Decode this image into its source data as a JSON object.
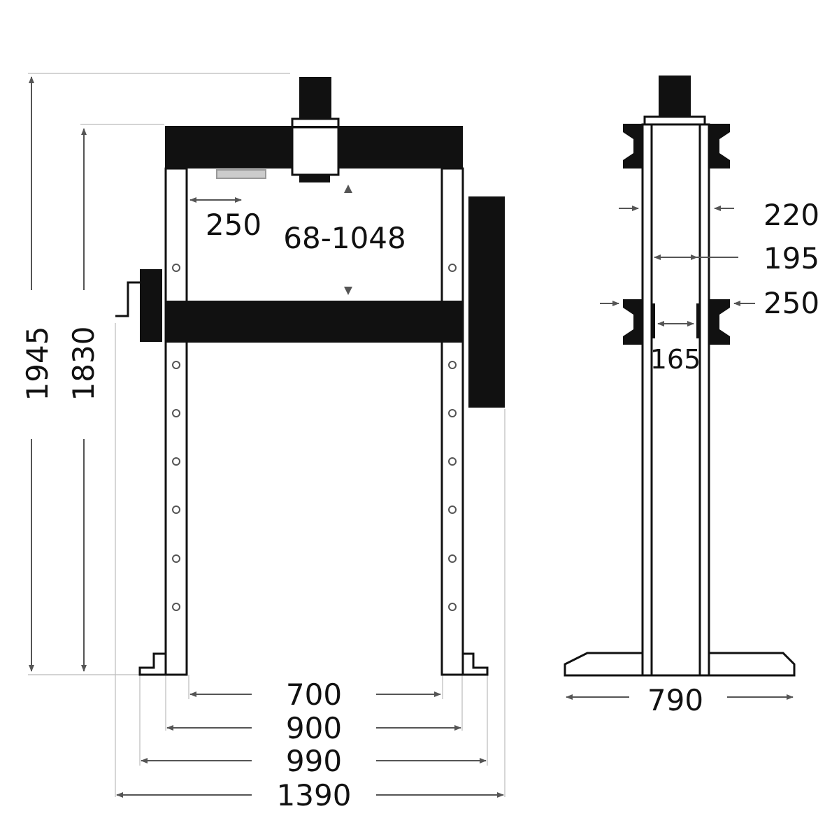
{
  "colors": {
    "frame": "#111111",
    "dimension_line": "#555555",
    "extension_line": "#bbbbbb",
    "background": "#ffffff"
  },
  "front_view": {
    "height_overall": "1945",
    "height_frame": "1830",
    "table_gap": "250",
    "working_height": "68-1048",
    "width_inner": "700",
    "width_frame": "900",
    "width_feet": "990",
    "width_overall": "1390"
  },
  "side_view": {
    "width_upper": "220",
    "width_column": "195",
    "width_table": "250",
    "gap_table": "165",
    "base_width": "790"
  }
}
